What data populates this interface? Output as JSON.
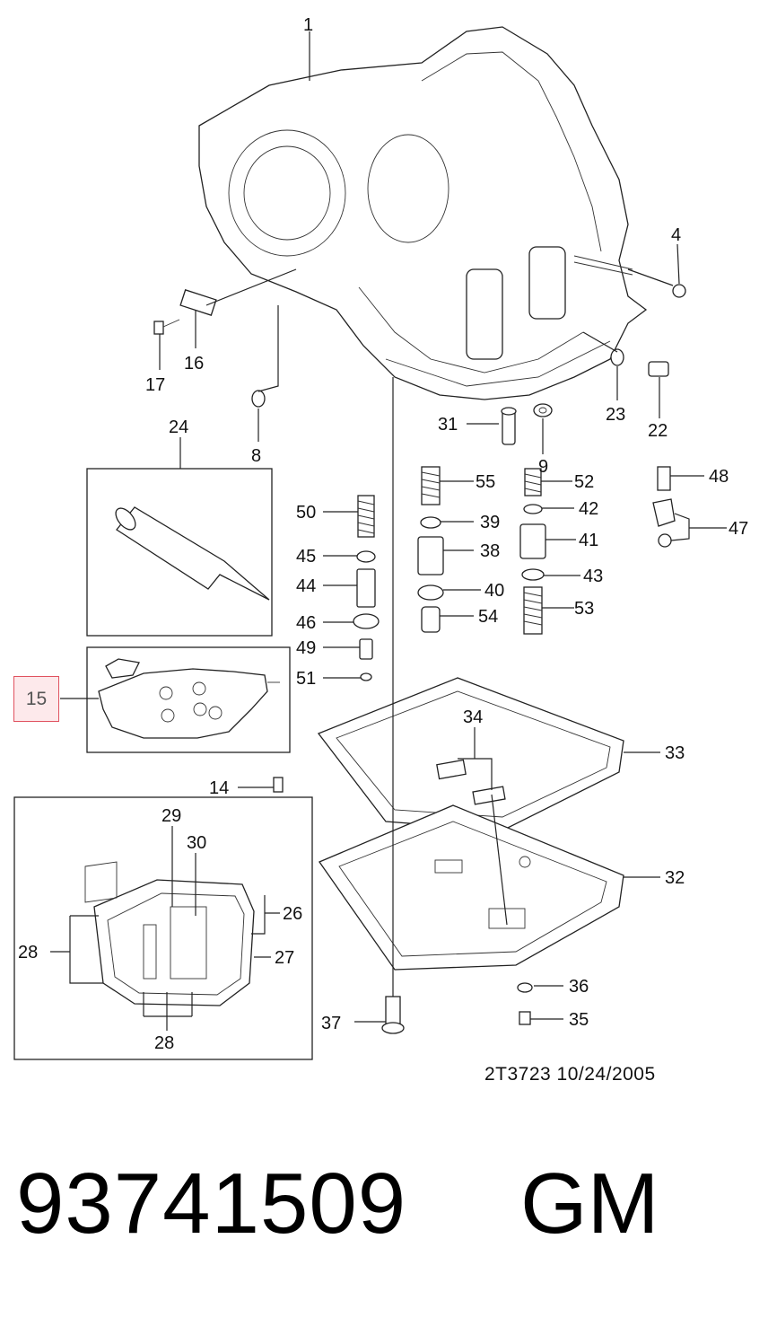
{
  "callouts": {
    "c1": "1",
    "c4": "4",
    "c8": "8",
    "c9": "9",
    "c14": "14",
    "c15": "15",
    "c16": "16",
    "c17": "17",
    "c22": "22",
    "c23": "23",
    "c24": "24",
    "c26": "26",
    "c27": "27",
    "c28a": "28",
    "c28b": "28",
    "c29": "29",
    "c30": "30",
    "c31": "31",
    "c32": "32",
    "c33": "33",
    "c34": "34",
    "c35": "35",
    "c36": "36",
    "c37": "37",
    "c38": "38",
    "c39": "39",
    "c40": "40",
    "c41": "41",
    "c42": "42",
    "c43": "43",
    "c44": "44",
    "c45": "45",
    "c46": "46",
    "c47": "47",
    "c48": "48",
    "c49": "49",
    "c50": "50",
    "c51": "51",
    "c52": "52",
    "c53": "53",
    "c54": "54",
    "c55": "55"
  },
  "highlighted_callout": "15",
  "highlight_color": "#e0525f",
  "drawing_code": "2T3723  10/24/2005",
  "part_number": "93741509",
  "brand": "GM"
}
